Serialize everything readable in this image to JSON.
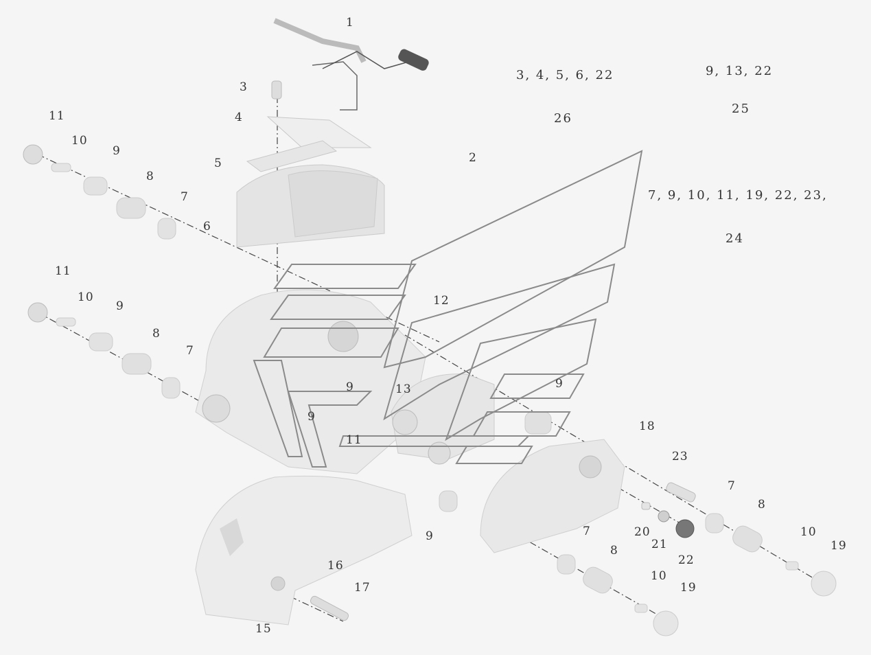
{
  "diagram": {
    "callouts": [
      "1",
      "2",
      "3",
      "4",
      "5",
      "6",
      "7",
      "8",
      "9",
      "10",
      "11",
      "12",
      "13",
      "15",
      "16",
      "17",
      "18",
      "19",
      "20",
      "21",
      "22",
      "23"
    ],
    "group_notes": {
      "g1": "3, 4, 5, 6, 22",
      "g2": "26",
      "g3": "9, 13, 22",
      "g4": "25",
      "g5": "7, 9, 10, 11, 19, 22, 23,",
      "g6": "24"
    }
  },
  "colors": {
    "background": "#f5f5f5",
    "part_fill": "#e8e8e8",
    "part_stroke": "#c8c8c8",
    "watermark": "#8a8a8a",
    "label": "#333333"
  }
}
